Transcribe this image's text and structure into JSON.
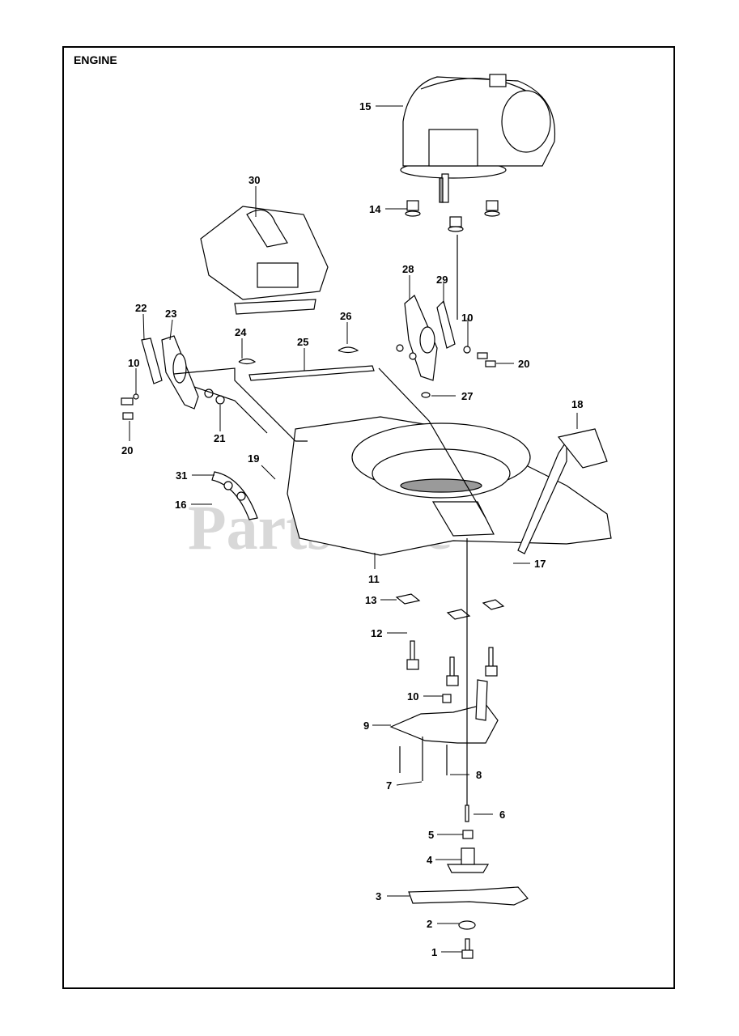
{
  "title": "ENGINE",
  "watermark": "PartsTree",
  "colors": {
    "line": "#000000",
    "watermark": "#d8d8d8",
    "part_fill": "#ffffff",
    "part_shade": "#9a9a9a"
  },
  "callouts": {
    "c1": "1",
    "c2": "2",
    "c3": "3",
    "c4": "4",
    "c5": "5",
    "c6": "6",
    "c7": "7",
    "c8": "8",
    "c9": "9",
    "c10a": "10",
    "c10b": "10",
    "c10c": "10",
    "c11": "11",
    "c12": "12",
    "c13": "13",
    "c14": "14",
    "c15": "15",
    "c16": "16",
    "c17": "17",
    "c18": "18",
    "c19": "19",
    "c20a": "20",
    "c20b": "20",
    "c21": "21",
    "c22": "22",
    "c23": "23",
    "c24": "24",
    "c25": "25",
    "c26": "26",
    "c27": "27",
    "c28": "28",
    "c29": "29",
    "c30": "30",
    "c31": "31"
  }
}
